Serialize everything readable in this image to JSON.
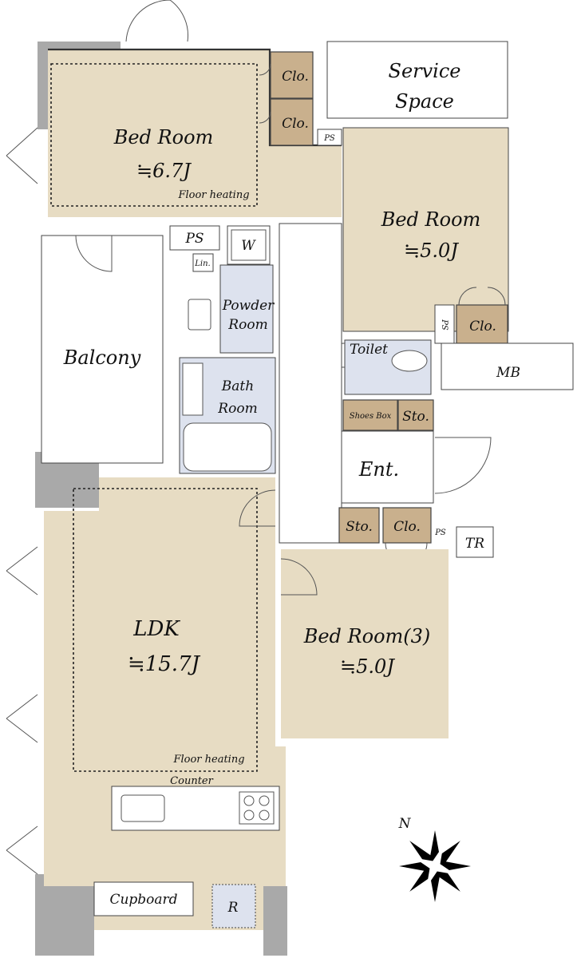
{
  "rooms": {
    "bedroom1": {
      "name": "Bed Room",
      "size": "≒6.7J",
      "note": "Floor heating"
    },
    "bedroom2": {
      "name": "Bed Room",
      "size": "≒5.0J"
    },
    "bedroom3": {
      "name": "Bed Room(3)",
      "size": "≒5.0J"
    },
    "ldk": {
      "name": "LDK",
      "size": "≒15.7J",
      "note": "Floor heating"
    },
    "balcony": {
      "name": "Balcony"
    },
    "service": {
      "line1": "Service",
      "line2": "Space"
    },
    "powder": {
      "line1": "Powder",
      "line2": "Room"
    },
    "bath": {
      "line1": "Bath",
      "line2": "Room"
    },
    "toilet": {
      "name": "Toilet"
    },
    "entrance": {
      "name": "Ent."
    }
  },
  "labels": {
    "clo": "Clo.",
    "sto": "Sto.",
    "ps": "PS",
    "w": "W",
    "lin": "Lin.",
    "mb": "MB",
    "tr": "TR",
    "shoes_box": "Shoes Box",
    "counter": "Counter",
    "cupboard": "Cupboard",
    "r": "R",
    "compass_n": "N"
  }
}
